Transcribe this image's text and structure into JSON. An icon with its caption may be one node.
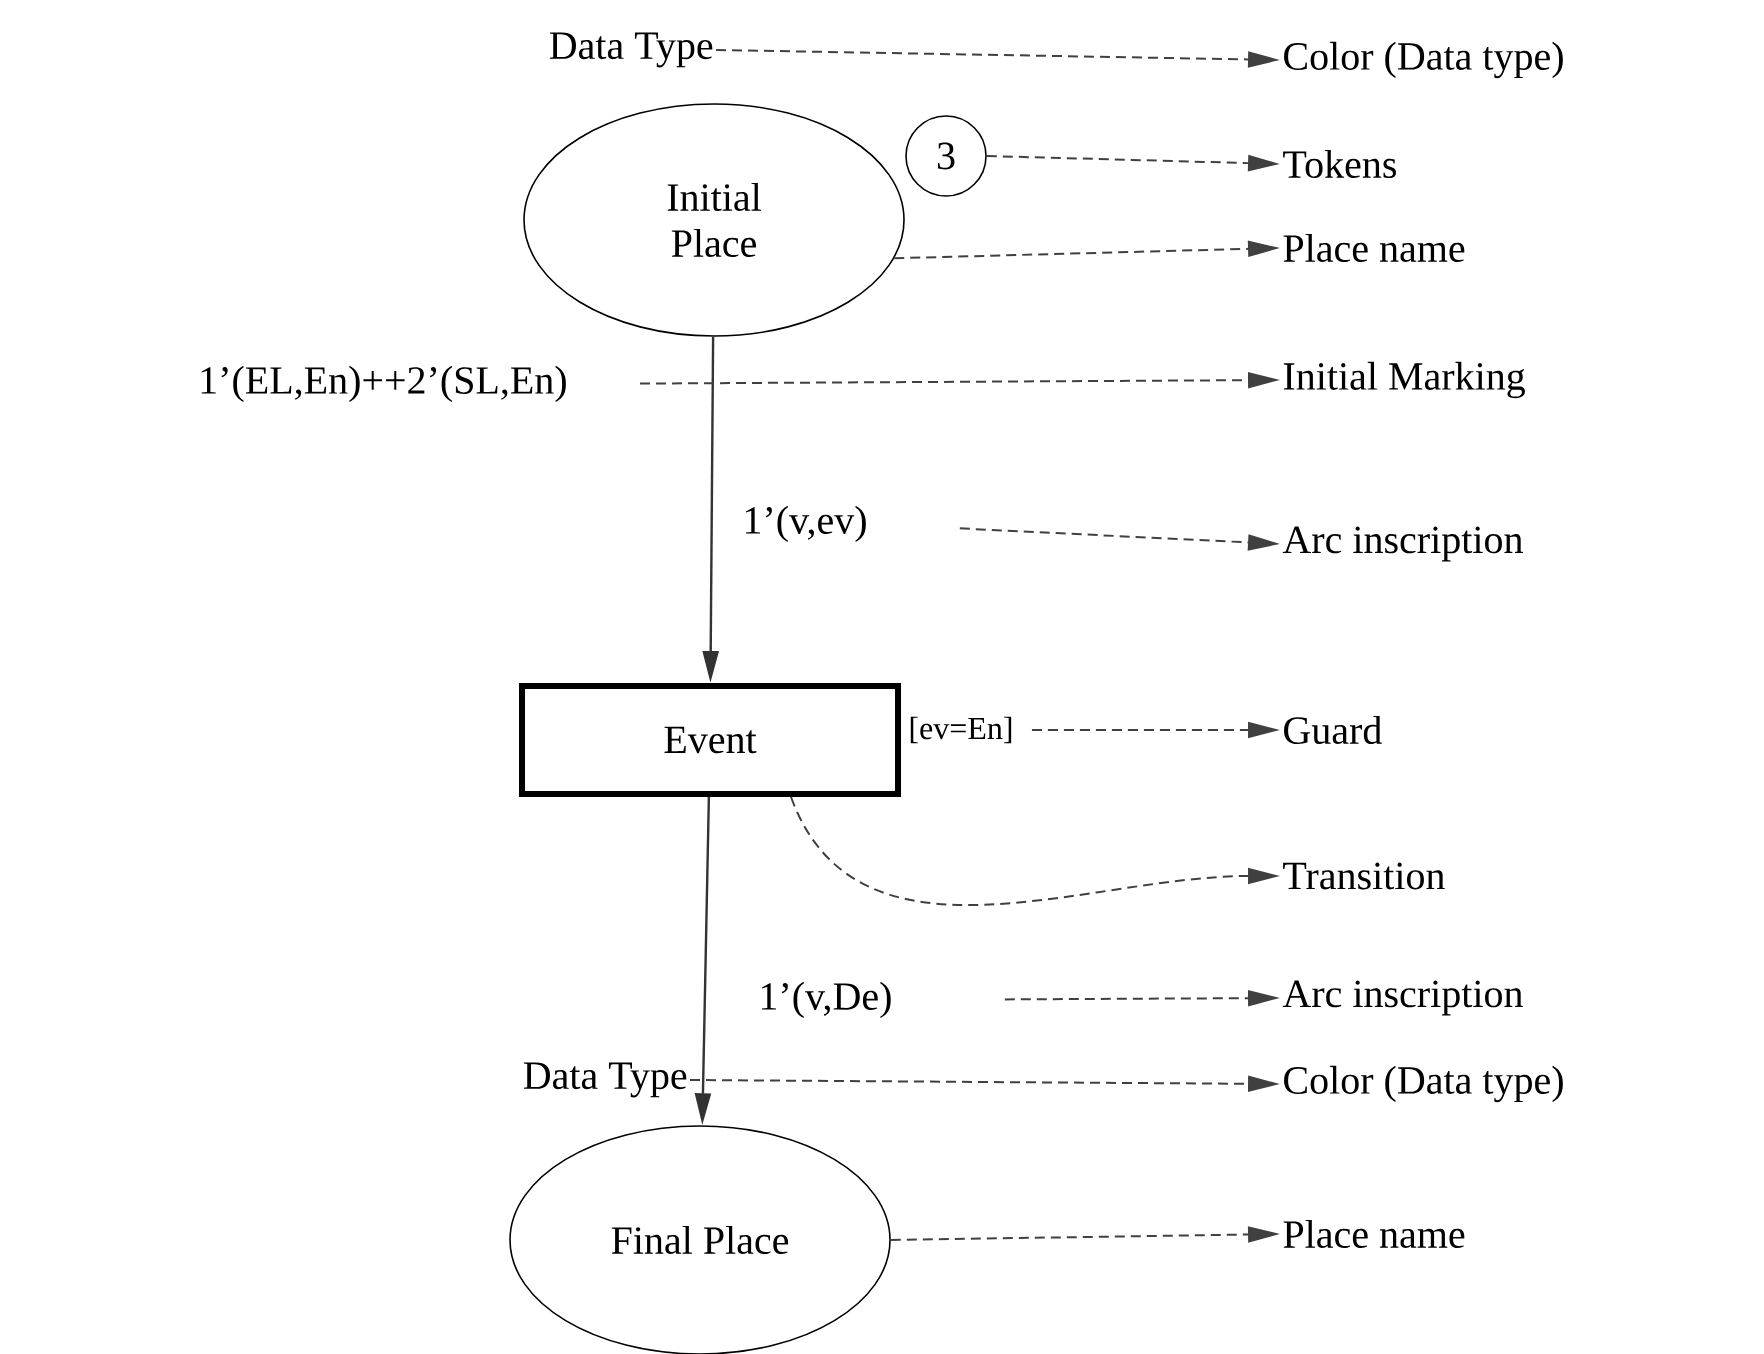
{
  "diagram": {
    "nodes": [
      {
        "text": [
          "Initial Place"
        ]
      },
      {
        "text": [
          "Event"
        ]
      },
      {
        "text": [
          "Final Place"
        ]
      },
      {
        "text": [
          "3"
        ]
      },
      {
        "text": [
          "Data Type"
        ]
      },
      {
        "text": [
          "1’(EL,En)++2’(SL,En)"
        ]
      },
      {
        "text": [
          "1’(v,ev)"
        ]
      },
      {
        "text": [
          "[ev=En]"
        ]
      },
      {
        "text": [
          "1’(v,De)"
        ]
      },
      {
        "text": [
          "Data Type"
        ]
      },
      {
        "text": [
          "Color (Data type)"
        ]
      },
      {
        "text": [
          "Tokens"
        ]
      },
      {
        "text": [
          "Place name"
        ]
      },
      {
        "text": [
          "Initial Marking"
        ]
      },
      {
        "text": [
          "Arc inscription"
        ]
      },
      {
        "text": [
          "Guard"
        ]
      },
      {
        "text": [
          "Transition"
        ]
      },
      {
        "text": [
          "Arc inscription"
        ]
      },
      {
        "text": [
          "Color (Data type)"
        ]
      },
      {
        "text": [
          "Place name"
        ]
      }
    ],
    "edges": [
      {
        "from": 0,
        "to": 1,
        "arrow": "to"
      },
      {
        "from": 1,
        "to": 2,
        "arrow": "to"
      },
      {
        "from": 4,
        "to": 10,
        "arrow": "to",
        "style": "dashed"
      },
      {
        "from": 3,
        "to": 11,
        "arrow": "to",
        "style": "dashed"
      },
      {
        "from": 0,
        "to": 12,
        "arrow": "to",
        "style": "dashed"
      },
      {
        "from": 5,
        "to": 13,
        "arrow": "to",
        "style": "dashed"
      },
      {
        "from": 6,
        "to": 14,
        "arrow": "to",
        "style": "dashed"
      },
      {
        "from": 7,
        "to": 15,
        "arrow": "to",
        "style": "dashed"
      },
      {
        "from": 1,
        "to": 16,
        "arrow": "to",
        "style": "dashed"
      },
      {
        "from": 8,
        "to": 17,
        "arrow": "to",
        "style": "dashed"
      },
      {
        "from": 9,
        "to": 18,
        "arrow": "to",
        "style": "dashed"
      },
      {
        "from": 2,
        "to": 19,
        "arrow": "to",
        "style": "dashed"
      }
    ]
  }
}
